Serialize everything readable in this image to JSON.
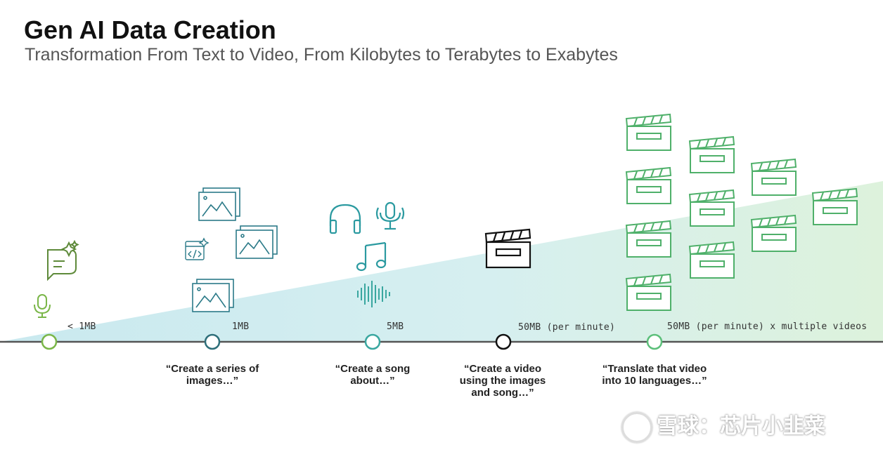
{
  "header": {
    "title": "Gen AI Data Creation",
    "subtitle": "Transformation From Text to Video, From Kilobytes to Terabytes to Exabytes"
  },
  "timeline": {
    "stages": [
      {
        "size": "< 1MB",
        "prompt": ""
      },
      {
        "size": "1MB",
        "prompt": "“Create a series of\nimages…”"
      },
      {
        "size": "5MB",
        "prompt": "“Create a song\nabout…”"
      },
      {
        "size": "50MB (per minute)",
        "prompt": "“Create a video\nusing the images\nand song…”"
      },
      {
        "size": "50MB (per minute) x multiple videos",
        "prompt": "“Translate that video\ninto 10 languages…”"
      }
    ]
  },
  "colors": {
    "axis": "#555555",
    "stage_green": "#7ab648",
    "stage_teal": "#2e6f7a",
    "stage_cyan": "#3aa7a0",
    "stage_black": "#111111",
    "stage_lightgreen": "#5cbf7a",
    "icon_green": "#4fb06a",
    "icon_teal": "#2b7a88",
    "icon_olive": "#5e8a3a"
  },
  "watermark": {
    "text": "雪球：芯片小韭菜"
  }
}
